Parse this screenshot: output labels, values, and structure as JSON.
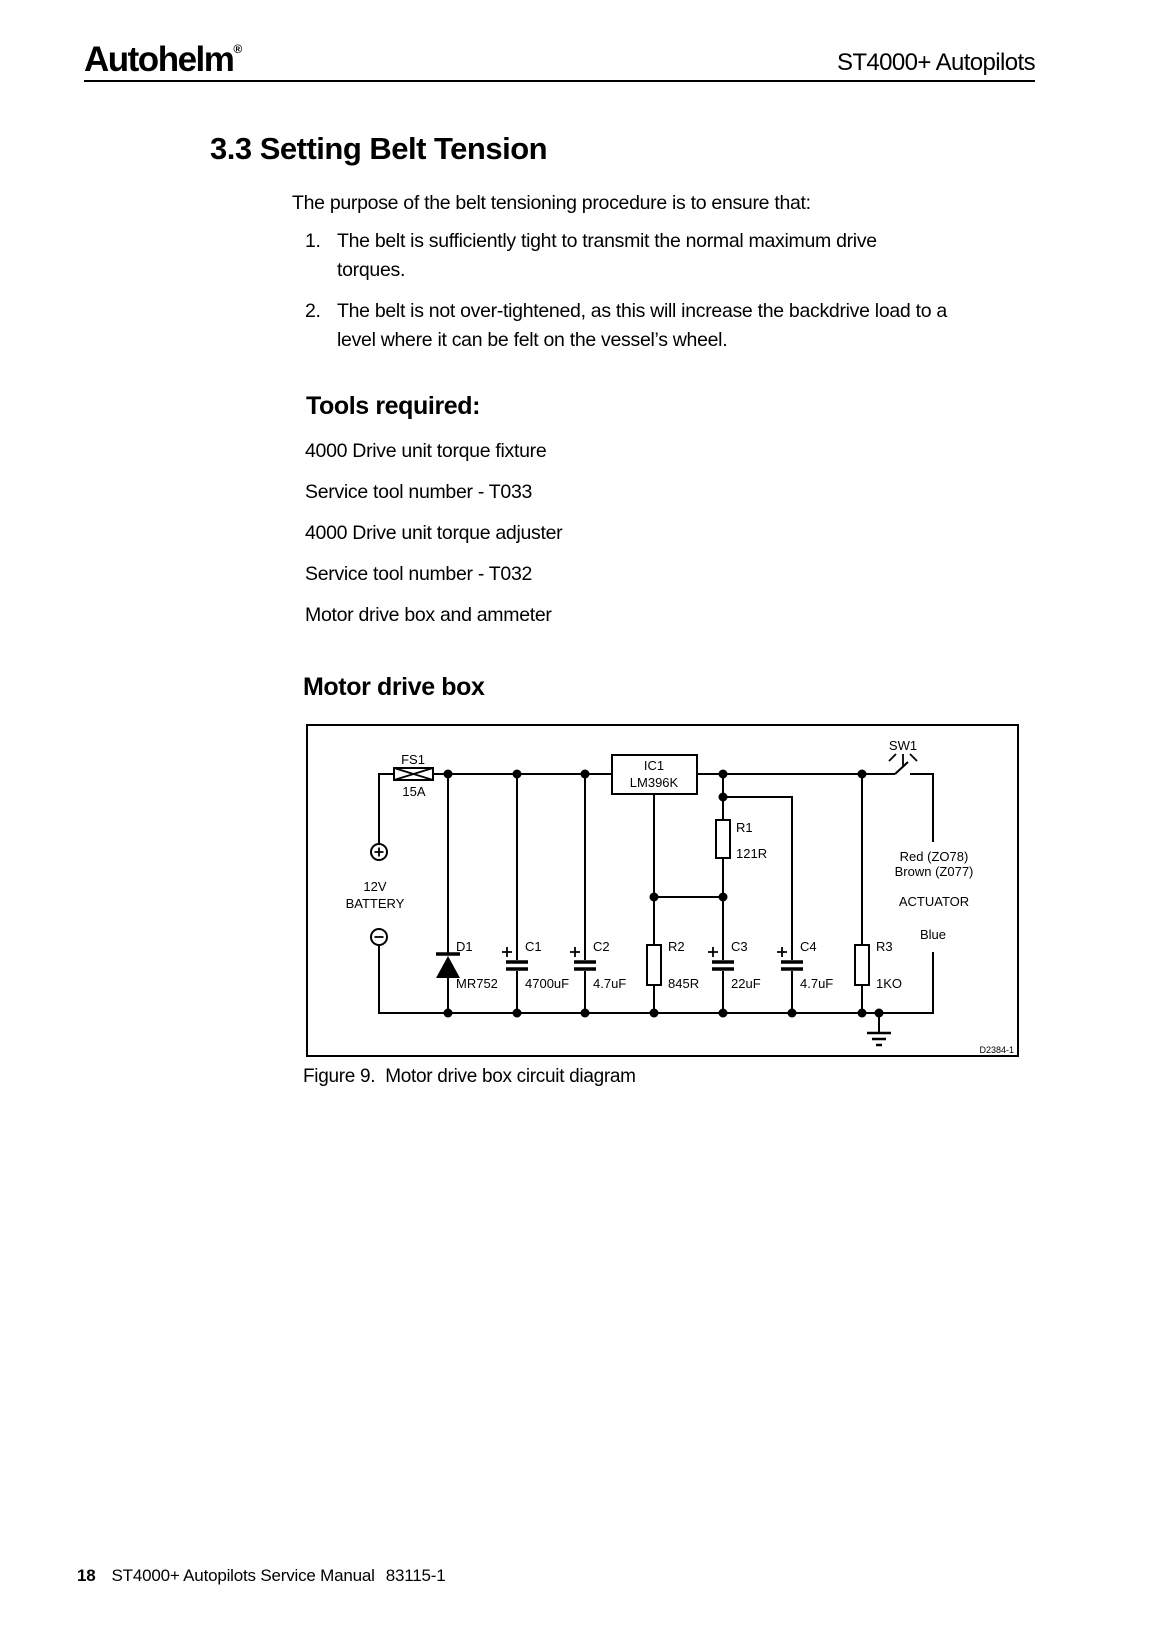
{
  "header": {
    "logo": "Autohelm",
    "registered_mark": "®",
    "product": "ST4000+ Autopilots"
  },
  "section": {
    "title": "3.3 Setting Belt Tension",
    "intro": "The purpose of the belt tensioning procedure is to ensure that:",
    "list": [
      {
        "number": "1.",
        "text": "The belt is sufficiently tight to transmit the normal maximum drive\ntorques."
      },
      {
        "number": "2.",
        "text": "The belt is not over-tightened, as this will increase the backdrive load to a\nlevel where it can be felt on the vessel’s wheel."
      }
    ]
  },
  "tools": {
    "heading": "Tools required:",
    "items": [
      "4000 Drive unit torque fixture",
      "Service tool number - T033",
      "4000 Drive unit torque adjuster",
      "Service tool number - T032",
      "Motor drive box and ammeter"
    ]
  },
  "figure": {
    "heading": "Motor drive box",
    "caption": "Figure 9.  Motor drive box circuit diagram",
    "drawing_ref": "D2384-1",
    "components": {
      "fs1": {
        "ref": "FS1",
        "value": "15A"
      },
      "ic1": {
        "ref": "IC1",
        "value": "LM396K"
      },
      "sw1": {
        "ref": "SW1"
      },
      "r1": {
        "ref": "R1",
        "value": "121R"
      },
      "r2": {
        "ref": "R2",
        "value": "845R"
      },
      "r3": {
        "ref": "R3",
        "value": "1KO"
      },
      "c1": {
        "ref": "C1",
        "value": "4700uF"
      },
      "c2": {
        "ref": "C2",
        "value": "4.7uF"
      },
      "c3": {
        "ref": "C3",
        "value": "22uF"
      },
      "c4": {
        "ref": "C4",
        "value": "4.7uF"
      },
      "d1": {
        "ref": "D1",
        "value": "MR752"
      },
      "battery": {
        "label_line1": "12V",
        "label_line2": "BATTERY"
      }
    },
    "wire_labels": {
      "red": "Red (ZO78)",
      "brown": "Brown (Z077)",
      "actuator": "ACTUATOR",
      "blue": "Blue"
    }
  },
  "footer": {
    "page_number": "18",
    "text": "ST4000+ Autopilots Service Manual",
    "doc_number": "83115-1"
  }
}
